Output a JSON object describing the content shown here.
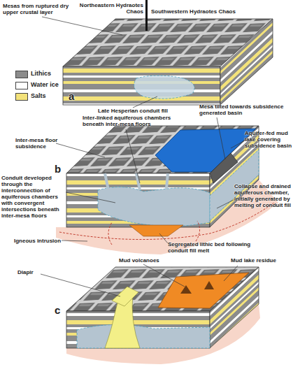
{
  "diagram": {
    "labels": [
      "Northeastern Hydraotes Chaos",
      "Southwestern Hydraotes Chaos",
      "Mesas from ruptured dry upper crustal layer",
      "a",
      "Late Hesperian conduit fill",
      "Inter-linked aquiferous chambers beneath inter-mesa floors",
      "Mesa tilted towards subsidence generated basin",
      "Inter-mesa floor subsidence",
      "Aquifer-fed mud lake covering subsidence basin",
      "Conduit developed through the interconnection of aquiferous chambers with convergent intersections beneath inter-mesa floors",
      "Collapse and drained aquiferous chamber, initially generated by melting of conduit fill",
      "b",
      "Igneous intrusion",
      "Segregated lithic bed following conduit fill melt",
      "Diapir",
      "Mud volcanoes",
      "Mud lake residue",
      "c"
    ],
    "legend": [
      {
        "text": "Lithics",
        "color": "#8c8c8c"
      },
      {
        "text": "Water ice",
        "color": "#ffffff"
      },
      {
        "text": "Salts",
        "color": "#f3e27a"
      }
    ]
  }
}
